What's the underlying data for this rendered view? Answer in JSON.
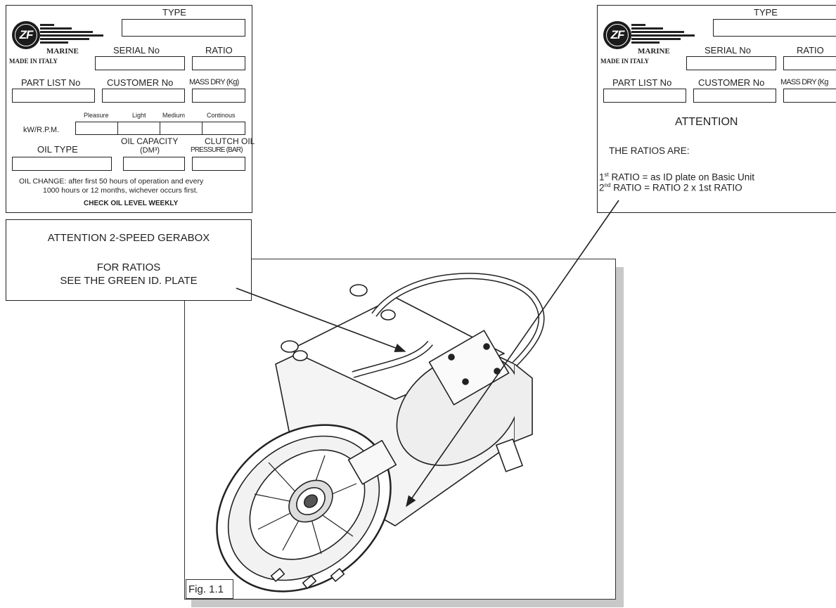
{
  "left_plate": {
    "logo_text": "ZF",
    "brand": "MARINE",
    "made_in": "MADE IN ITALY",
    "type_label": "TYPE",
    "serial_label": "SERIAL No",
    "ratio_label": "RATIO",
    "part_list_label": "PART LIST No",
    "customer_label": "CUSTOMER No",
    "mass_label": "MASS DRY (Kg)",
    "duty_labels": [
      "Pleasure",
      "Light",
      "Medium",
      "Continous"
    ],
    "kw_label": "kW/R.P.M.",
    "oil_type_label": "OIL TYPE",
    "oil_capacity_label": "OIL CAPACITY",
    "oil_capacity_unit": "(DM³)",
    "clutch_oil_label": "CLUTCH OIL",
    "clutch_pressure_label": "PRESSURE (BAR)",
    "oil_change_line1": "OIL CHANGE: after first 50 hours of operation and every",
    "oil_change_line2": "1000 hours or 12 months, wichever occurs first.",
    "check_oil": "CHECK OIL LEVEL WEEKLY"
  },
  "right_plate": {
    "logo_text": "ZF",
    "brand": "MARINE",
    "made_in": "MADE IN ITALY",
    "type_label": "TYPE",
    "serial_label": "SERIAL No",
    "ratio_label": "RATIO",
    "part_list_label": "PART LIST No",
    "customer_label": "CUSTOMER No",
    "mass_label": "MASS DRY (Kg",
    "attention": "ATTENTION",
    "ratios_are": "THE RATIOS ARE:",
    "ratio1_sup": "st",
    "ratio1_text": "RATIO  = as ID plate on Basic Unit",
    "ratio2_sup": "nd",
    "ratio2_text": "RATIO = RATIO 2 x 1st RATIO",
    "ratio1_num": "1",
    "ratio2_num": "2"
  },
  "callout": {
    "line1": "ATTENTION 2-SPEED GERABOX",
    "line2": "FOR RATIOS",
    "line3": "SEE THE GREEN ID. PLATE"
  },
  "figure": {
    "caption": "Fig. 1.1"
  }
}
